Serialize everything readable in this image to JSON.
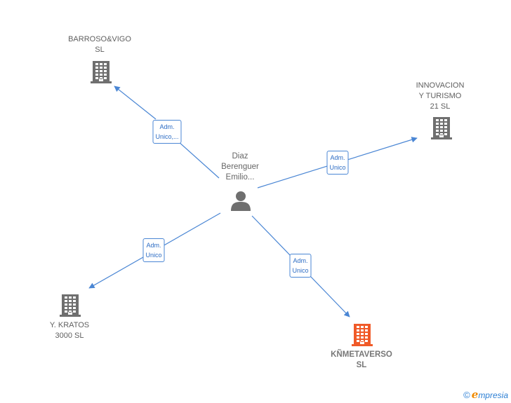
{
  "person": {
    "name_lines": [
      "Diaz",
      "Berenguer",
      "Emilio..."
    ],
    "icon": "person-icon",
    "color": "#6f6f6f"
  },
  "companies": [
    {
      "id": "barroso",
      "lines": [
        "BARROSO&VIGO",
        "SL"
      ],
      "icon": "building-icon",
      "focus": false
    },
    {
      "id": "innovacion",
      "lines": [
        "INNOVACION",
        "Y TURISMO",
        "21 SL"
      ],
      "icon": "building-icon",
      "focus": false
    },
    {
      "id": "kratos",
      "lines": [
        "Y.  KRATOS",
        "3000  SL"
      ],
      "icon": "building-icon",
      "focus": false
    },
    {
      "id": "knmetaverso",
      "lines": [
        "KÑMETAVERSO",
        "SL"
      ],
      "icon": "building-icon",
      "focus": true
    }
  ],
  "edges": [
    {
      "to": "barroso",
      "lines": [
        "Adm.",
        "Unico,..."
      ]
    },
    {
      "to": "innovacion",
      "lines": [
        "Adm.",
        "Unico"
      ]
    },
    {
      "to": "kratos",
      "lines": [
        "Adm.",
        "Unico"
      ]
    },
    {
      "to": "knmetaverso",
      "lines": [
        "Adm.",
        "Unico"
      ]
    }
  ],
  "colors": {
    "edge": "#4a86d4",
    "building": "#6f6f6f",
    "building_focus": "#f05a28"
  },
  "brand": {
    "copyright": "©",
    "initial": "e",
    "rest": "mpresia"
  }
}
